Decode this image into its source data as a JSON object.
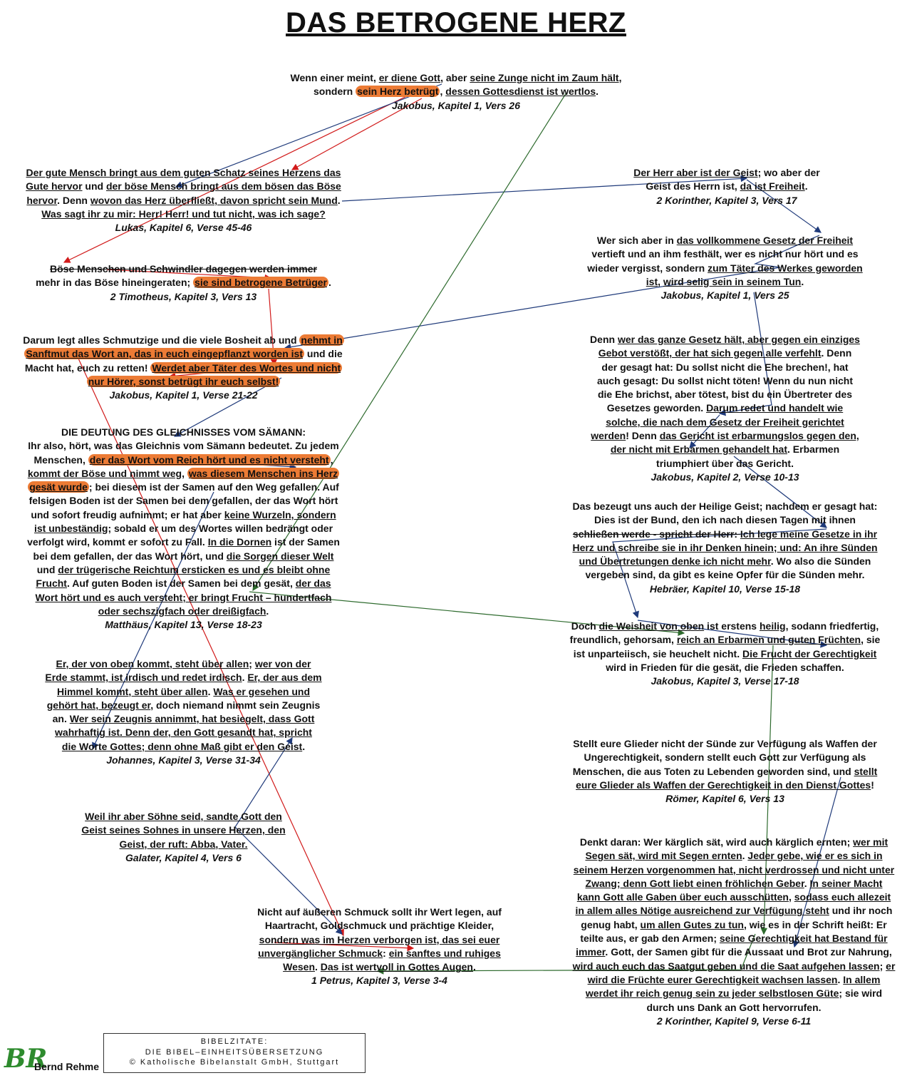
{
  "title": "DAS BETROGENE HERZ",
  "quotes": {
    "jak1_26": {
      "seg": [
        "Wenn einer meint, ",
        "er diene Gott",
        ", aber ",
        "seine Zunge nicht im Zaum hält",
        ",",
        "sondern ",
        "sein Herz betrügt",
        ", ",
        "dessen Gottesdienst ist wertlos",
        "."
      ],
      "ref": "Jakobus, Kapitel 1, Vers 26"
    },
    "luk6": {
      "lines": [
        "Der gute Mensch bringt aus dem guten Schatz seines Herzens das",
        "Gute hervor",
        " und ",
        "der böse Mensch bringt aus dem bösen das Böse",
        "hervor",
        ". Denn ",
        "wovon das Herz überfließt, davon spricht sein Mund",
        ".",
        "Was sagt ihr zu mir: Herr! Herr! und tut nicht, was ich sage?"
      ],
      "ref": "Lukas, Kapitel 6, Verse 45-46"
    },
    "tim3": {
      "seg": [
        "Böse Menschen und Schwindler dagegen werden immer",
        "mehr in das Böse hineingeraten; ",
        "sie sind betrogene Betrüger",
        "."
      ],
      "ref": "2 Timotheus, Kapitel 3, Vers 13"
    },
    "jak1_21": {
      "seg": [
        "Darum legt alles Schmutzige und die viele Bosheit ab und ",
        "nehmt in",
        "Sanftmut das Wort an, das in euch eingepflanzt worden ist",
        " und die",
        "Macht hat, euch zu retten! ",
        "Werdet aber Täter des Wortes und nicht",
        "nur Hörer, sonst betrügt ihr euch selbst!"
      ],
      "ref": "Jakobus, Kapitel 1, Verse 21-22"
    },
    "mt13": {
      "heading": "DIE DEUTUNG DES GLEICHNISSES VOM SÄMANN:",
      "seg": [
        "Ihr also, hört, was das Gleichnis vom Sämann bedeutet. Zu jedem",
        "Menschen, ",
        "der das Wort vom Reich hört und es nicht versteht",
        ",",
        "kommt der Böse und nimmt weg",
        ", ",
        "was diesem Menschen ins Herz",
        "gesät wurde",
        "; bei diesem ist der Samen auf den Weg gefallen. Auf",
        "felsigen Boden ist der Samen bei dem gefallen, der das Wort hört",
        "und sofort freudig aufnimmt; er hat aber ",
        "keine Wurzeln, sondern",
        "ist unbeständig",
        "; sobald er um des Wortes willen bedrängt oder",
        "verfolgt wird, kommt er sofort zu Fall. ",
        "In die Dornen",
        " ist der Samen",
        "bei dem gefallen, der das Wort hört, und ",
        "die Sorgen dieser Welt",
        "und ",
        "der trügerische Reichtum ersticken es und es bleibt ohne",
        "Frucht",
        ". Auf guten Boden ist der Samen bei dem gesät, ",
        "der das",
        "Wort hört und es auch versteht; er bringt Frucht – hundertfach",
        "oder sechszigfach oder dreißigfach",
        "."
      ],
      "ref": "Matthäus, Kapitel 13, Verse 18-23"
    },
    "joh3": {
      "seg": [
        "Er, der von oben kommt, steht über allen",
        "; ",
        "wer von der",
        "Erde stammt, ist irdisch und redet irdisch",
        ". ",
        "Er, der aus dem",
        "Himmel kommt, steht über allen",
        ". ",
        "Was er gesehen und",
        "gehört hat, bezeugt er",
        ", doch niemand nimmt sein Zeugnis",
        "an. ",
        "Wer sein Zeugnis annimmt, hat besiegelt, dass Gott",
        "wahrhaftig ist. Denn der, den Gott gesandt hat, spricht",
        "die Worte Gottes; denn ohne Maß gibt er den Geist",
        "."
      ],
      "ref": "Johannes, Kapitel 3, Verse 31-34"
    },
    "gal4": {
      "seg": [
        "Weil ihr aber Söhne seid, sandte Gott den",
        "Geist seines Sohnes in unsere Herzen, den",
        "Geist, der ruft: Abba, Vater."
      ],
      "ref": "Galater, Kapitel 4, Vers 6"
    },
    "petr3": {
      "seg": [
        "Nicht auf äußeren Schmuck sollt ihr Wert legen, auf",
        "Haartracht, Goldschmuck und prächtige Kleider,",
        "sondern was im Herzen verborgen ist, das sei euer",
        "unvergänglicher Schmuck",
        ": ",
        "ein sanftes und ruhiges",
        "Wesen",
        ". ",
        "Das ist wertvoll in Gottes Augen",
        "."
      ],
      "ref": "1 Petrus, Kapitel 3, Verse 3-4"
    },
    "kor3": {
      "seg": [
        "Der Herr aber ist der Geist",
        "; wo aber der",
        "Geist des Herrn ist, ",
        "da ist Freiheit",
        "."
      ],
      "ref": "2 Korinther, Kapitel 3, Vers 17"
    },
    "jak1_25": {
      "seg": [
        "Wer sich aber in ",
        "das vollkommene Gesetz der Freiheit",
        "vertieft und an ihm festhält, wer es nicht nur hört und es",
        "wieder vergisst, sondern ",
        "zum Täter des Werkes geworden",
        "ist",
        ", ",
        "wird selig sein in seinem Tun",
        "."
      ],
      "ref": "Jakobus, Kapitel 1, Vers 25"
    },
    "jak2": {
      "seg": [
        "Denn ",
        "wer das ganze Gesetz hält, aber gegen ein einziges",
        "Gebot verstößt, der hat sich gegen alle verfehlt",
        ". Denn",
        "der gesagt hat: Du sollst nicht die Ehe brechen!, hat",
        "auch gesagt: Du sollst nicht töten! Wenn du nun nicht",
        "die Ehe brichst, aber tötest, bist du ein Übertreter des",
        "Gesetzes geworden. ",
        "Darum redet und handelt wie",
        "solche, die nach dem Gesetz der Freiheit gerichtet",
        "werden",
        "! Denn ",
        "das Gericht ist erbarmungslos gegen den,",
        "der nicht mit Erbarmen gehandelt hat",
        ". Erbarmen",
        "triumphiert über das Gericht."
      ],
      "ref": "Jakobus, Kapitel 2, Verse 10-13"
    },
    "hebr10": {
      "seg": [
        "Das bezeugt uns auch der Heilige Geist; nachdem er gesagt hat:",
        "Dies ist der Bund, den ich nach diesen Tagen mit ihnen",
        "schließen werde - spricht der Herr: ",
        "Ich lege meine Gesetze in ihr",
        "Herz und schreibe sie in ihr Denken hinein; und: An ihre Sünden",
        "und Übertretungen denke ich nicht mehr",
        ". Wo also die Sünden",
        "vergeben sind, da gibt es keine Opfer für die Sünden mehr."
      ],
      "ref": "Hebräer, Kapitel 10, Verse 15-18"
    },
    "jak3": {
      "seg": [
        "Doch ",
        "die Weisheit von oben",
        " ist erstens ",
        "heilig",
        ", sodann friedfertig,",
        "freundlich, gehorsam, ",
        "reich an Erbarmen und guten Früchten",
        ", sie",
        "ist unparteiisch, sie heuchelt nicht. ",
        "Die Frucht der Gerechtigkeit",
        "wird in Frieden für die gesät, die Frieden schaffen."
      ],
      "ref": "Jakobus, Kapitel 3, Verse 17-18"
    },
    "roem6": {
      "seg": [
        "Stellt eure Glieder nicht der Sünde zur Verfügung als Waffen der",
        "Ungerechtigkeit, sondern stellt euch Gott zur Verfügung als",
        "Menschen, die aus Toten zu Lebenden geworden sind, und ",
        "stellt",
        "eure Glieder als Waffen der Gerechtigkeit in den Dienst Gottes",
        "!"
      ],
      "ref": "Römer, Kapitel 6, Vers 13"
    },
    "kor9": {
      "seg": [
        "Denkt daran: Wer kärglich sät, wird auch kärglich ernten; ",
        "wer mit",
        "Segen sät, wird mit Segen ernten",
        ". ",
        "Jeder gebe, wie er es sich in",
        "seinem Herzen vorgenommen hat, nicht verdrossen und nicht unter",
        "Zwang; denn Gott liebt einen fröhlichen Geber",
        ". ",
        "In seiner Macht",
        "kann Gott alle Gaben über euch ausschütten",
        ", ",
        "sodass euch allezeit",
        "in allem alles Nötige ausreichend zur Verfügung steht",
        " und ihr noch",
        "genug habt, ",
        "um allen Gutes zu tun",
        ", wie es in der Schrift heißt: Er",
        "teilte aus, er gab den Armen; ",
        "seine Gerechtigkeit hat Bestand für",
        "immer",
        ". Gott, der Samen gibt für die Aussaat und Brot zur Nahrung,",
        "wird auch euch das Saatgut geben und die Saat aufgehen lassen",
        "; ",
        "er",
        "wird die Früchte eurer Gerechtigkeit wachsen lassen",
        ". ",
        "In allem",
        "werdet ihr reich genug sein zu jeder selbstlosen Güte",
        "; sie wird",
        "durch uns Dank an Gott hervorrufen."
      ],
      "ref": "2 Korinther, Kapitel 9, Verse 6-11"
    }
  },
  "footer": {
    "logo": "BR",
    "author": "Bernd Rehme",
    "box_line1": "BIBELZITATE:",
    "box_line2": "DIE BIBEL–EINHEITSÜBERSETZUNG",
    "box_line3": "© Katholische Bibelanstalt GmbH, Stuttgart"
  },
  "colors": {
    "highlight": "#ec7b35",
    "arrow_red": "#d11a1a",
    "arrow_blue": "#1f3a7a",
    "arrow_green": "#2e6b2e",
    "logo": "#2e8b2e"
  }
}
